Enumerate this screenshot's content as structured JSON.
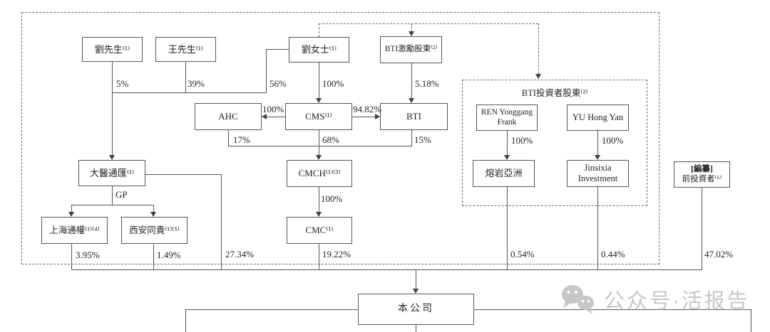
{
  "diagram": {
    "nodes": {
      "mr_liu": "劉先生⁽¹⁾",
      "mr_wang": "王先生⁽¹⁾",
      "ms_liu": "劉女士⁽¹⁾",
      "bti_incentive": "BTI激勵股東⁽²⁾",
      "ahc": "AHC",
      "cms": "CMS⁽¹⁾",
      "bti": "BTI",
      "bti_investor_group": "BTI投資者股東⁽²⁾",
      "ren": {
        "line1": "REN Yonggang",
        "line2": "Frank"
      },
      "yu": "YU Hong Yan",
      "dayitonghui": "大醫通匯⁽¹⁾",
      "cmch": "CMCH⁽¹⁾⁽³⁾",
      "rongyan": "熔岩亞洲",
      "jinsixia": {
        "line1": "Jinsixia",
        "line2": "Investment"
      },
      "shanghai_tongquan": "上海通權⁽¹⁾⁽⁴⁾",
      "xian_tonggui": "西安同貴⁽¹⁾⁽⁵⁾",
      "pre_investor": {
        "line1": "[編纂]",
        "line2": "前投資者⁽⁶⁾"
      },
      "cmc": "CMC⁽¹⁾",
      "company": "本公司"
    },
    "edge_labels": {
      "liu_pct": "5%",
      "wang_pct": "39%",
      "msliu_pct": "56%",
      "msliu_cms": "100%",
      "incentive_bti": "5.18%",
      "cms_ahc": "100%",
      "cms_bti": "94.82%",
      "ahc_down": "17%",
      "cms_down": "68%",
      "bti_down": "15%",
      "gp": "GP",
      "cmch_cmc": "100%",
      "ren_down": "100%",
      "yu_down": "100%",
      "shanghai_pct": "3.95%",
      "xian_pct": "1.49%",
      "dayi_pct": "27.34%",
      "cmc_pct": "19.22%",
      "rongyan_pct": "0.54%",
      "jinsixia_pct": "0.44%",
      "preinv_pct": "47.02%"
    },
    "watermark": {
      "icon": "wechat-icon",
      "text": "公众号·活报告"
    },
    "colors": {
      "line": "#55565a",
      "text": "#231f20",
      "watermark_gray": "#c7c7c7",
      "background": "#ffffff"
    }
  }
}
